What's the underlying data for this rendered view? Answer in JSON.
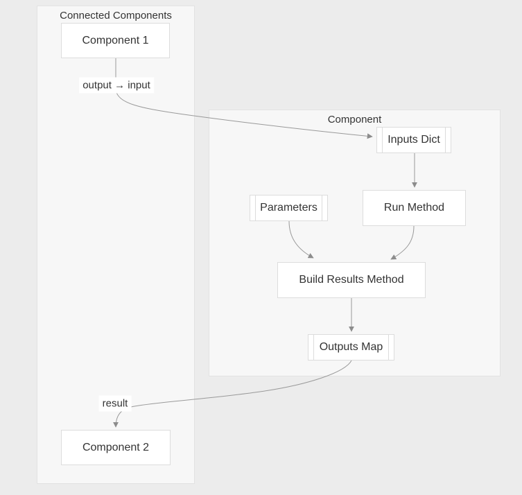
{
  "diagram": {
    "clusters": {
      "connected_components": {
        "title": "Connected Components"
      },
      "component": {
        "title": "Component"
      }
    },
    "nodes": {
      "component1": {
        "label": "Component 1"
      },
      "inputs_dict": {
        "label": "Inputs Dict"
      },
      "parameters": {
        "label": "Parameters"
      },
      "run_method": {
        "label": "Run Method"
      },
      "build_results": {
        "label": "Build Results Method"
      },
      "outputs_map": {
        "label": "Outputs Map"
      },
      "component2": {
        "label": "Component 2"
      }
    },
    "edge_labels": {
      "output_input": "output → input",
      "result": "result"
    },
    "edges": [
      {
        "from": "component1",
        "to": "inputs_dict",
        "label": "output → input"
      },
      {
        "from": "inputs_dict",
        "to": "run_method",
        "label": ""
      },
      {
        "from": "parameters",
        "to": "build_results",
        "label": ""
      },
      {
        "from": "run_method",
        "to": "build_results",
        "label": ""
      },
      {
        "from": "build_results",
        "to": "outputs_map",
        "label": ""
      },
      {
        "from": "outputs_map",
        "to": "component2",
        "label": "result"
      }
    ],
    "colors": {
      "page_bg": "#ececec",
      "cluster_bg": "#f7f7f7",
      "cluster_border": "#e2e2e2",
      "node_bg": "#ffffff",
      "node_border": "#dcdcdc",
      "edge": "#999999",
      "arrowhead": "#8c8c8c",
      "text": "#333333"
    }
  }
}
